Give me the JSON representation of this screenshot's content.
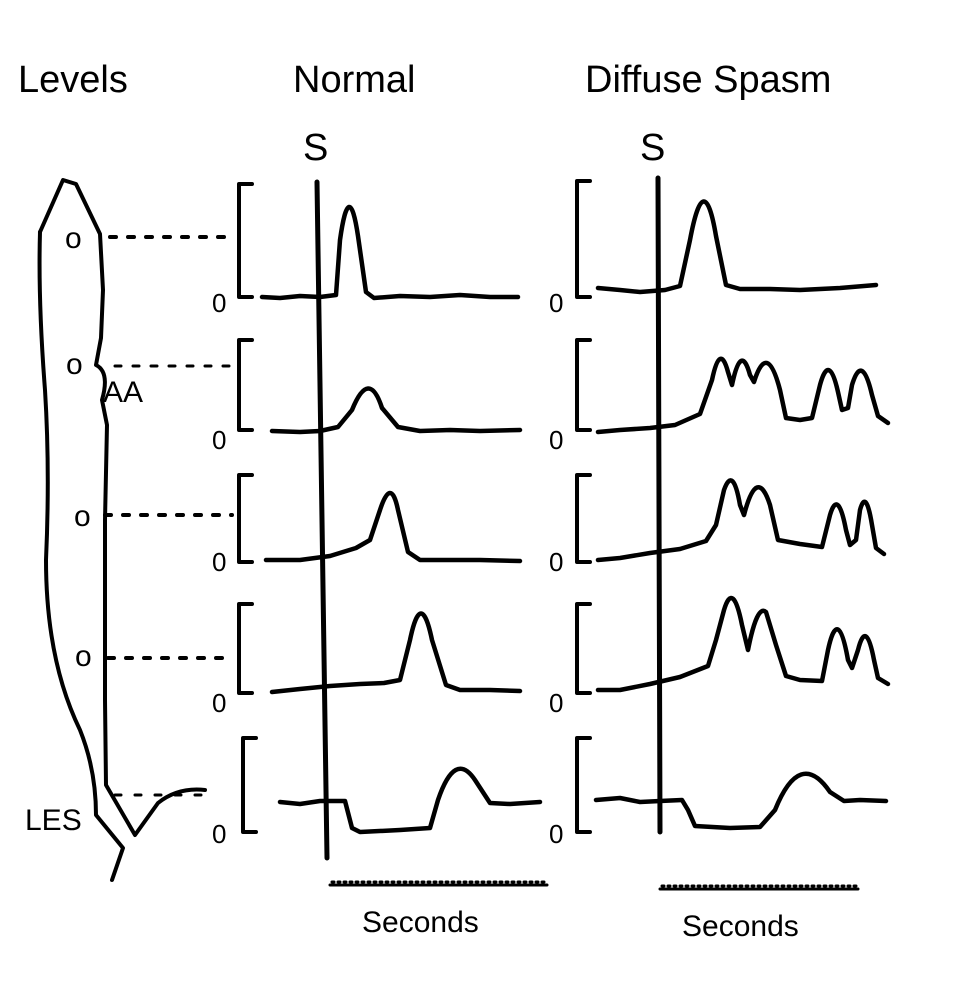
{
  "headers": {
    "levels": "Levels",
    "normal": "Normal",
    "spasm": "Diffuse Spasm"
  },
  "swallow_marker": "S",
  "zero_label": "0",
  "esophagus": {
    "aortic_arch_label": "AA",
    "les_label": "LES",
    "sensor_marker": "o",
    "level_count": 5
  },
  "time_axis_label": "Seconds",
  "panels": [
    {
      "id": "normal",
      "title": "Normal",
      "waveforms": [
        "single-peak",
        "single-peak",
        "single-peak",
        "single-peak",
        "les-relaxation"
      ]
    },
    {
      "id": "spasm",
      "title": "Diffuse Spasm",
      "waveforms": [
        "single-peak",
        "repetitive-peaks",
        "repetitive-peaks",
        "repetitive-peaks",
        "les-relaxation"
      ]
    }
  ]
}
